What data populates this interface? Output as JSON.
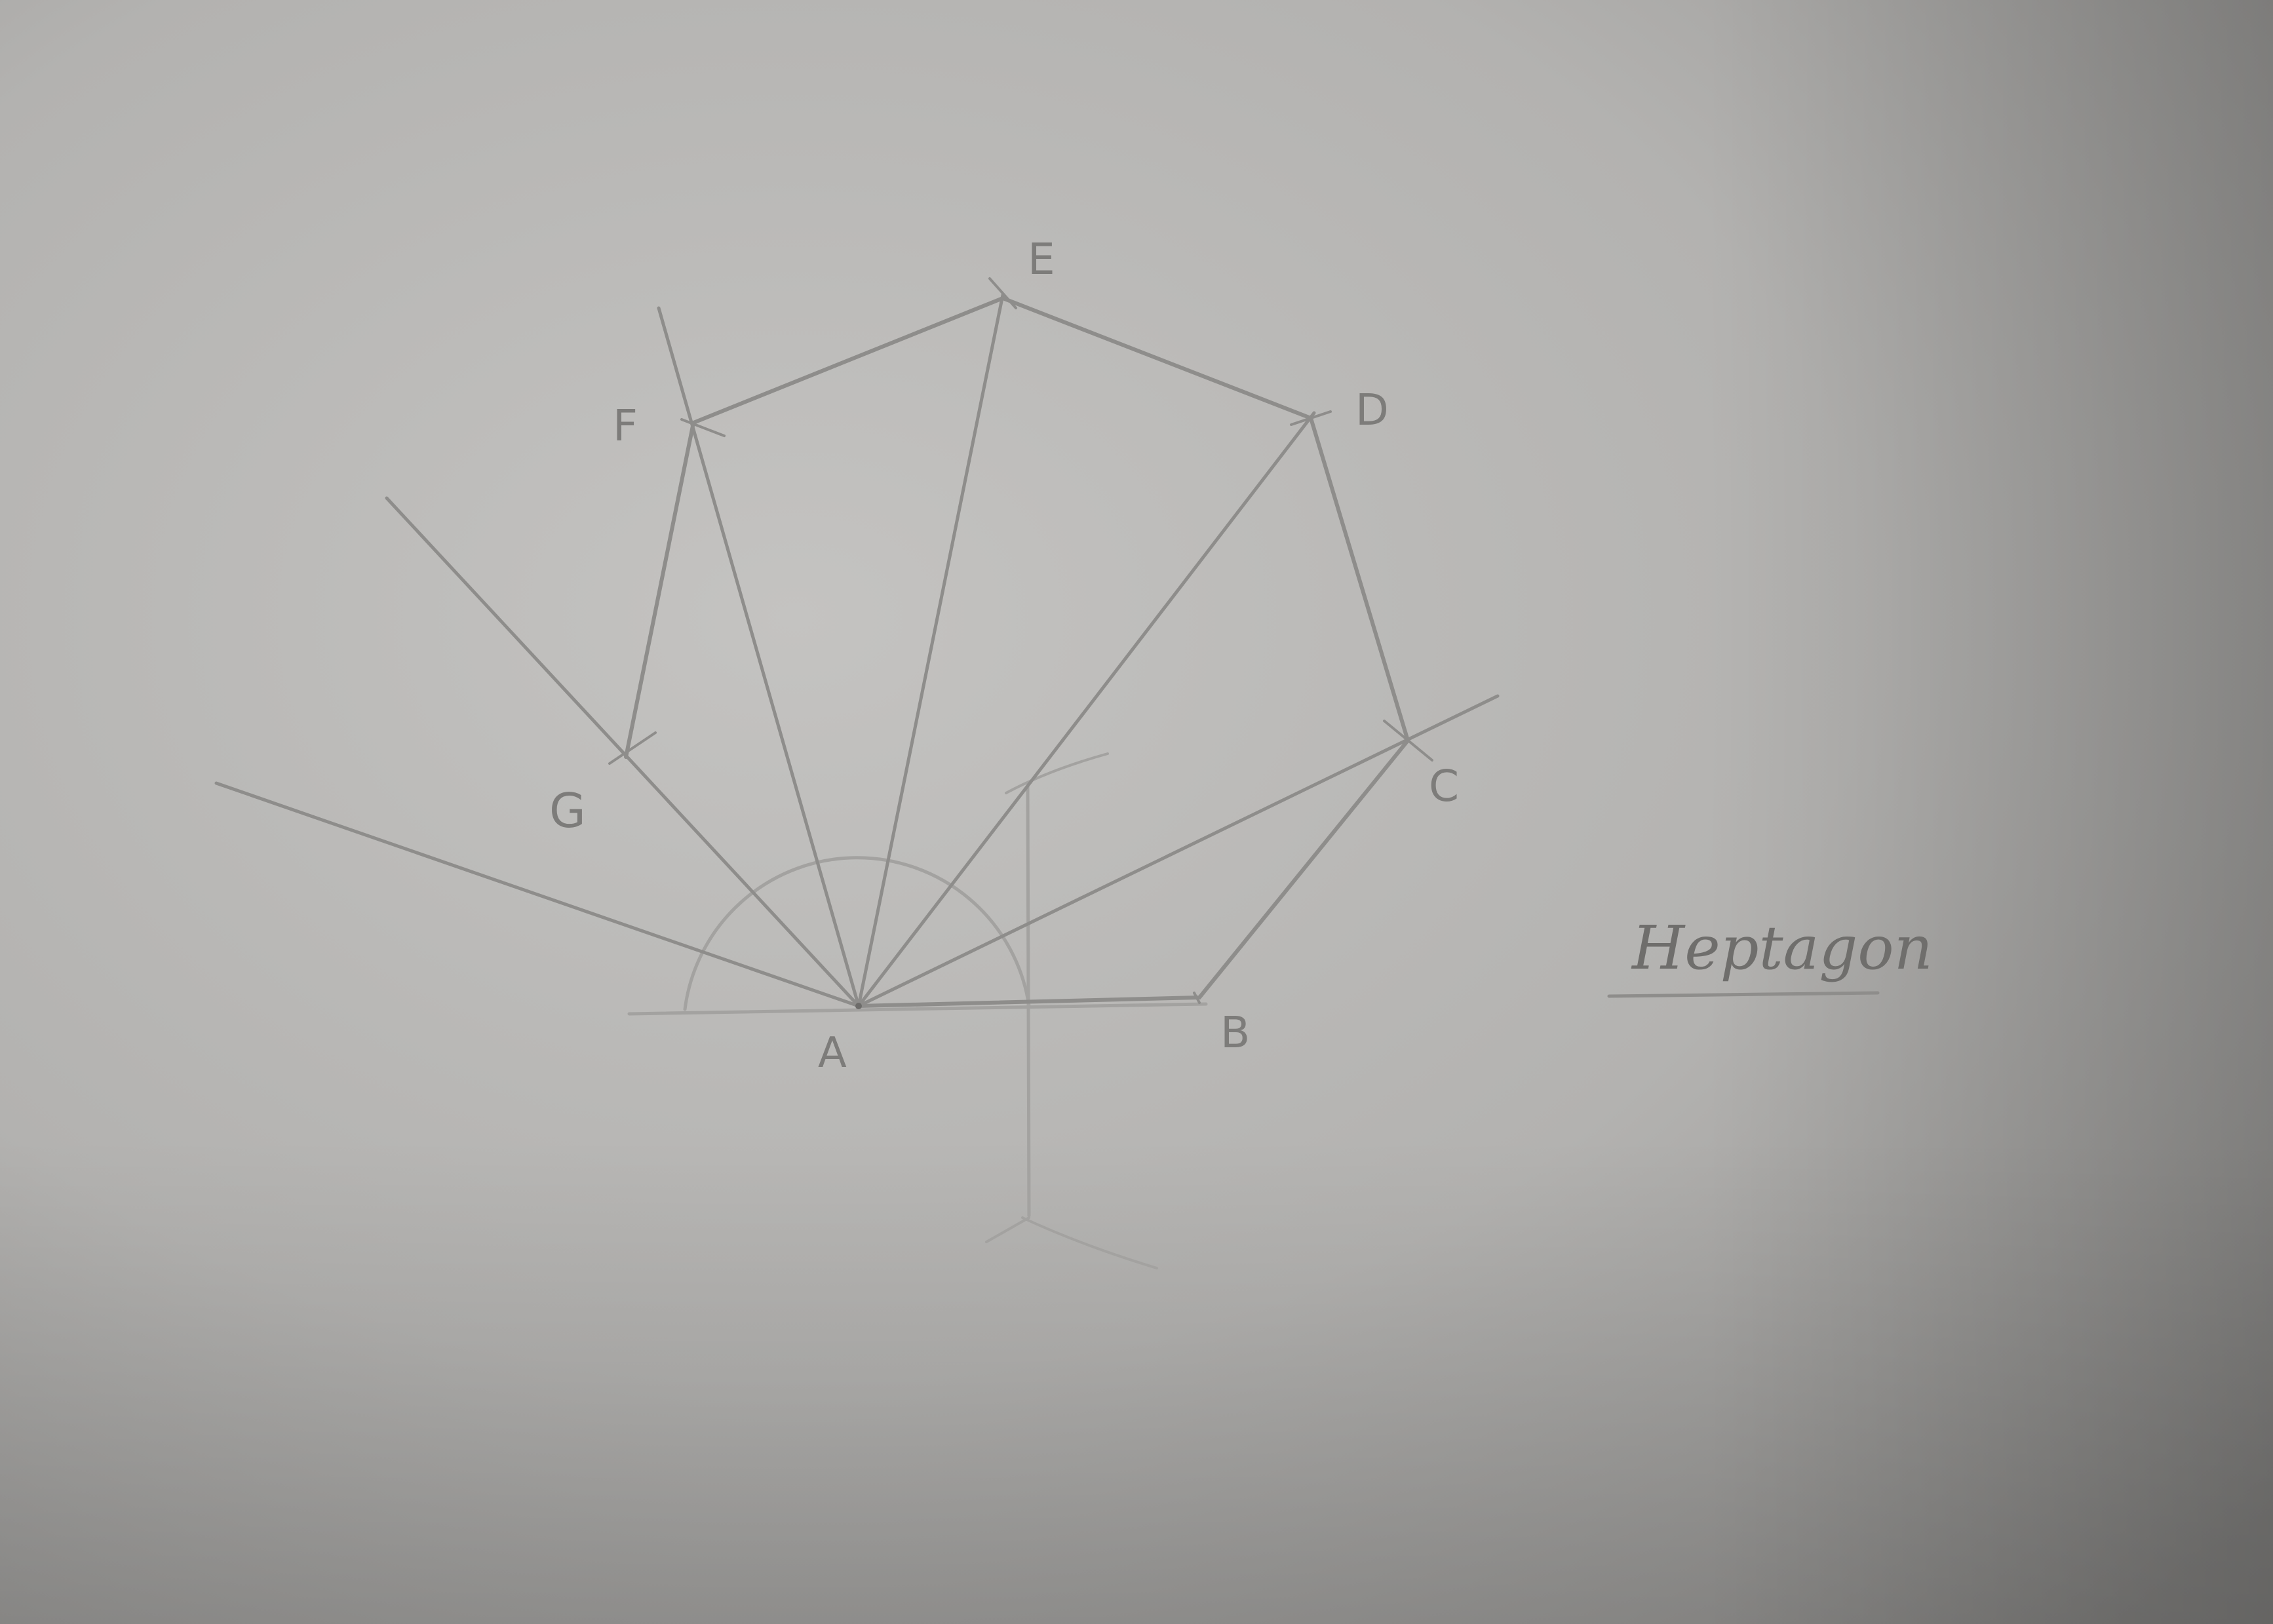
{
  "title": "Heptagon",
  "vertex_labels": [
    "A",
    "B",
    "C",
    "D",
    "E",
    "F",
    "G"
  ]
}
